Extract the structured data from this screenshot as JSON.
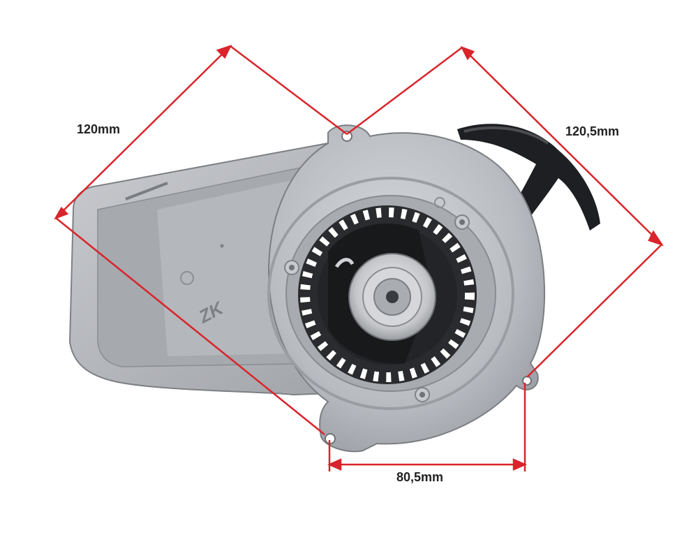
{
  "dimensions": {
    "left": "120mm",
    "right": "120,5mm",
    "bottom": "80,5mm"
  },
  "casting_mark": "ZK",
  "colors": {
    "dimension_line": "#d9242b",
    "label_text": "#222222",
    "housing": "#b9bcc1",
    "housing_dark": "#8d9096",
    "handle": "#1e1f22",
    "pulley": "#2a2b2e"
  }
}
